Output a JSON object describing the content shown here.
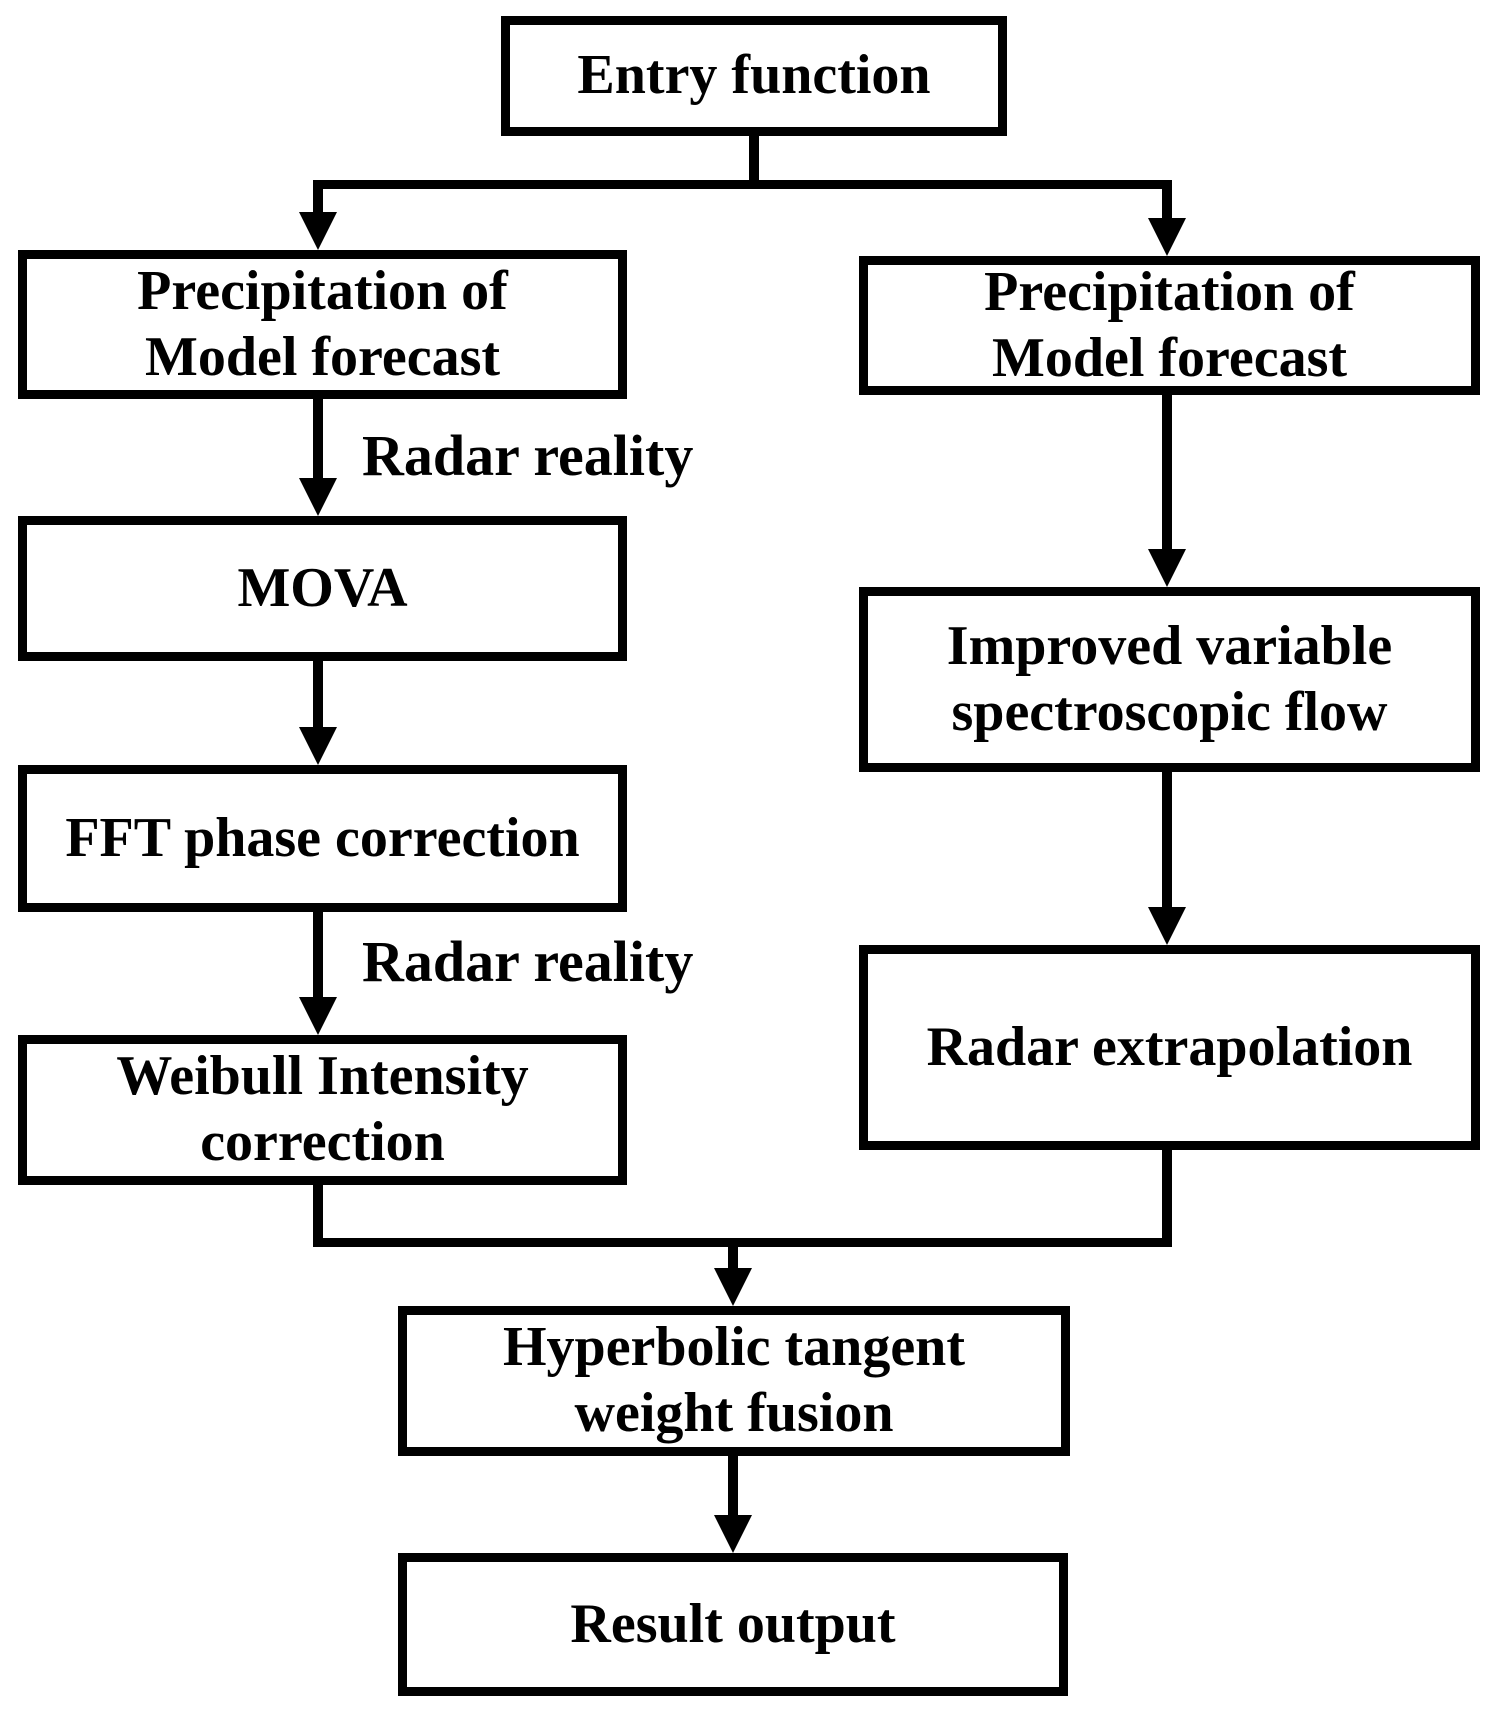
{
  "diagram": {
    "background_color": "#ffffff",
    "line_color": "#000000",
    "box_fill": "#ffffff",
    "box_border_color": "#000000",
    "text_color": "#000000",
    "nodes": {
      "entry": {
        "lines": [
          "Entry function"
        ]
      },
      "precip_left": {
        "lines": [
          "Precipitation of",
          "Model forecast"
        ]
      },
      "mova": {
        "lines": [
          "MOVA"
        ]
      },
      "fft": {
        "lines": [
          "FFT phase correction"
        ]
      },
      "weibull": {
        "lines": [
          "Weibull Intensity",
          "correction"
        ]
      },
      "precip_right": {
        "lines": [
          "Precipitation of",
          "Model forecast"
        ]
      },
      "improved": {
        "lines": [
          "Improved variable",
          "spectroscopic flow"
        ]
      },
      "radar_extrap": {
        "lines": [
          "Radar extrapolation"
        ]
      },
      "fusion": {
        "lines": [
          "Hyperbolic tangent",
          "weight fusion"
        ]
      },
      "result": {
        "lines": [
          "Result output"
        ]
      }
    },
    "edge_labels": {
      "radar_reality_1": "Radar reality",
      "radar_reality_2": "Radar reality"
    }
  }
}
